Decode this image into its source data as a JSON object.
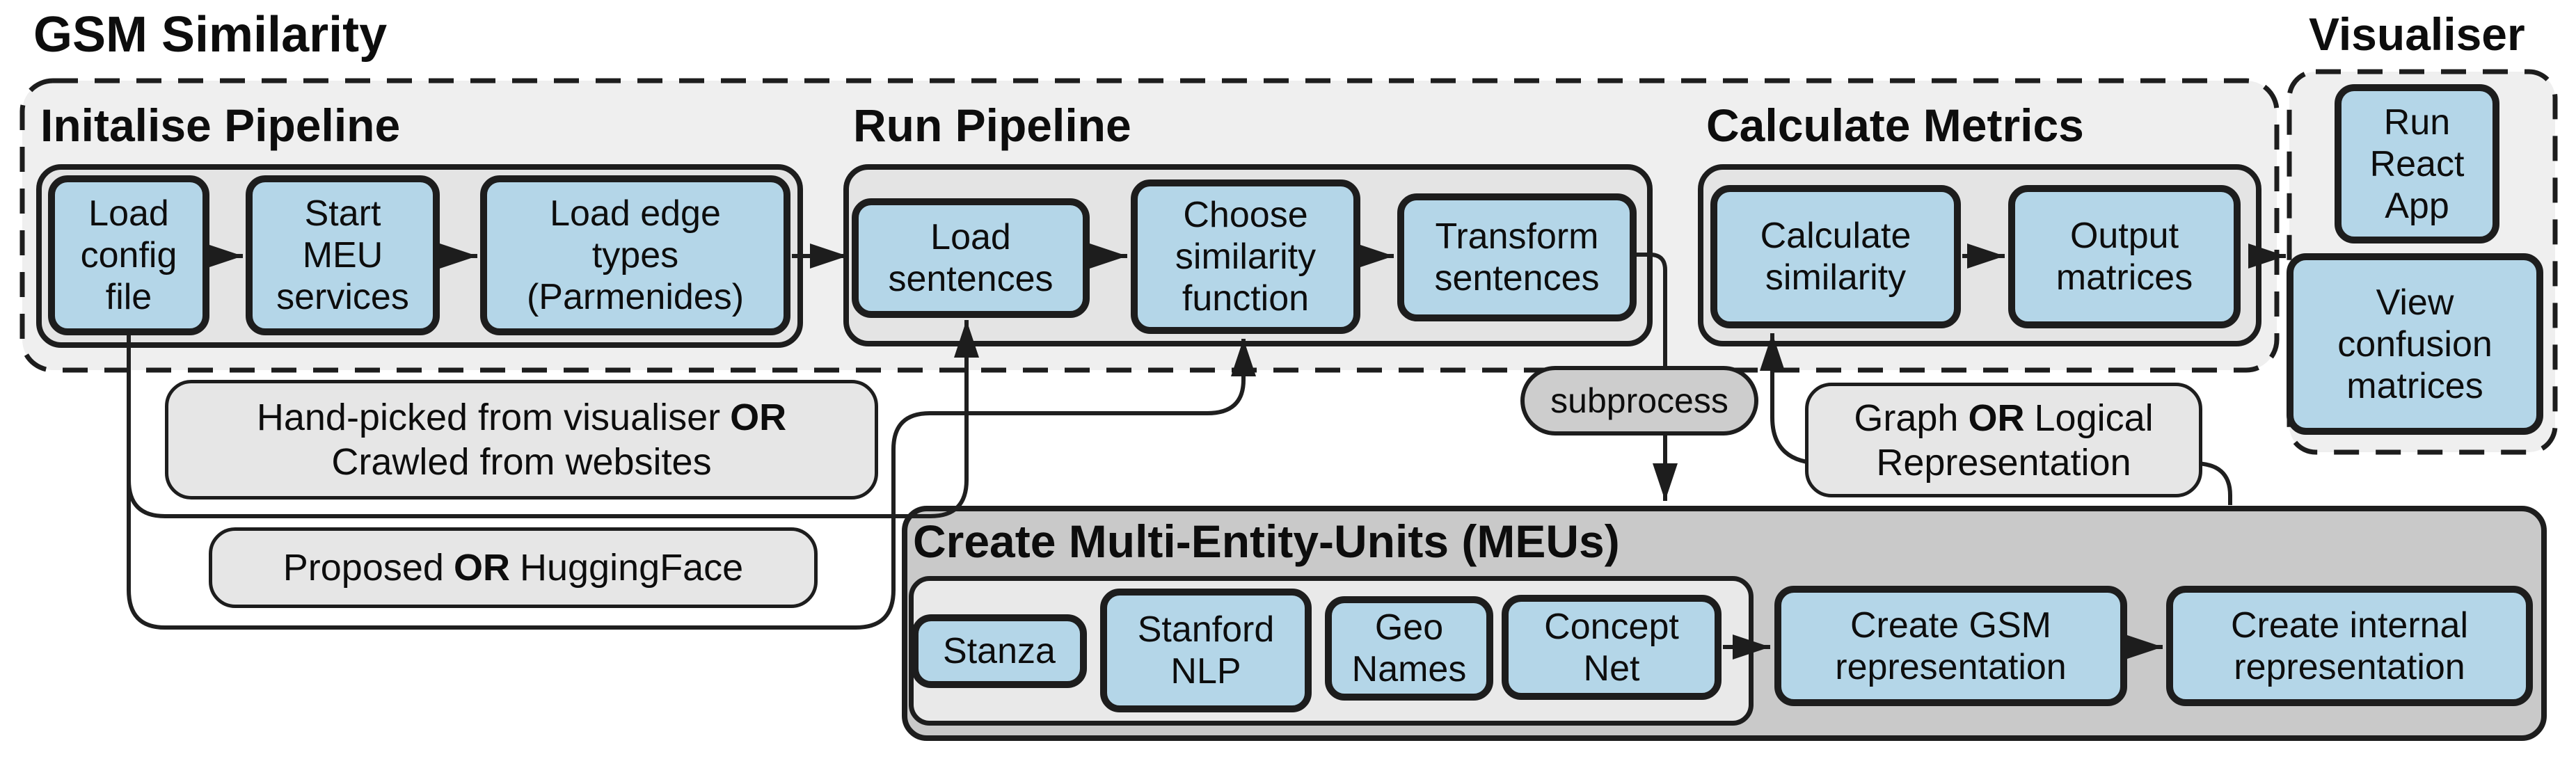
{
  "titles": {
    "main": "GSM Similarity",
    "visualiser": "Visualiser"
  },
  "pipeline": {
    "initialise": {
      "heading": "Initalise Pipeline",
      "steps": {
        "config": "Load config file",
        "meu_services": "Start MEU services",
        "edge_types": "Load edge types (Parmenides)"
      }
    },
    "run": {
      "heading": "Run Pipeline",
      "steps": {
        "load_sentences": "Load sentences",
        "choose_similarity": "Choose similarity function",
        "transform_sentences": "Transform sentences"
      }
    },
    "metrics": {
      "heading": "Calculate Metrics",
      "steps": {
        "calculate_similarity": "Calculate similarity",
        "output_matrices": "Output matrices"
      }
    }
  },
  "visualiser": {
    "steps": {
      "run_react": "Run React App",
      "view_confusion": "View confusion matrices"
    }
  },
  "meu": {
    "heading": "Create Multi-Entity-Units (MEUs)",
    "tools": {
      "stanza": "Stanza",
      "stanford_nlp": "Stanford NLP",
      "geo_names": "Geo Names",
      "concept_net": "Concept Net"
    },
    "steps": {
      "gsm_representation": "Create GSM representation",
      "internal_representation": "Create internal representation"
    }
  },
  "annotations": {
    "subprocess": "subprocess",
    "handpicked": {
      "pre": "Hand-picked from visualiser",
      "or": "OR",
      "line2": "Crawled from websites"
    },
    "proposed": {
      "pre": "Proposed",
      "or": "OR",
      "post": "HuggingFace"
    },
    "graph_logical": {
      "pre": "Graph",
      "or": "OR",
      "post": "Logical",
      "line2": "Representation"
    }
  },
  "colors": {
    "box_fill": "#b4d6e8",
    "panel_fill": "#e4e4e4",
    "dashed_fill": "#efefef",
    "meu_outer_fill": "#c9c9c9",
    "meu_inner_fill": "#e9e9e9",
    "note_fill": "#e6e6e6",
    "pill_fill": "#cdcdcd",
    "ink": "#1d1d1d"
  }
}
